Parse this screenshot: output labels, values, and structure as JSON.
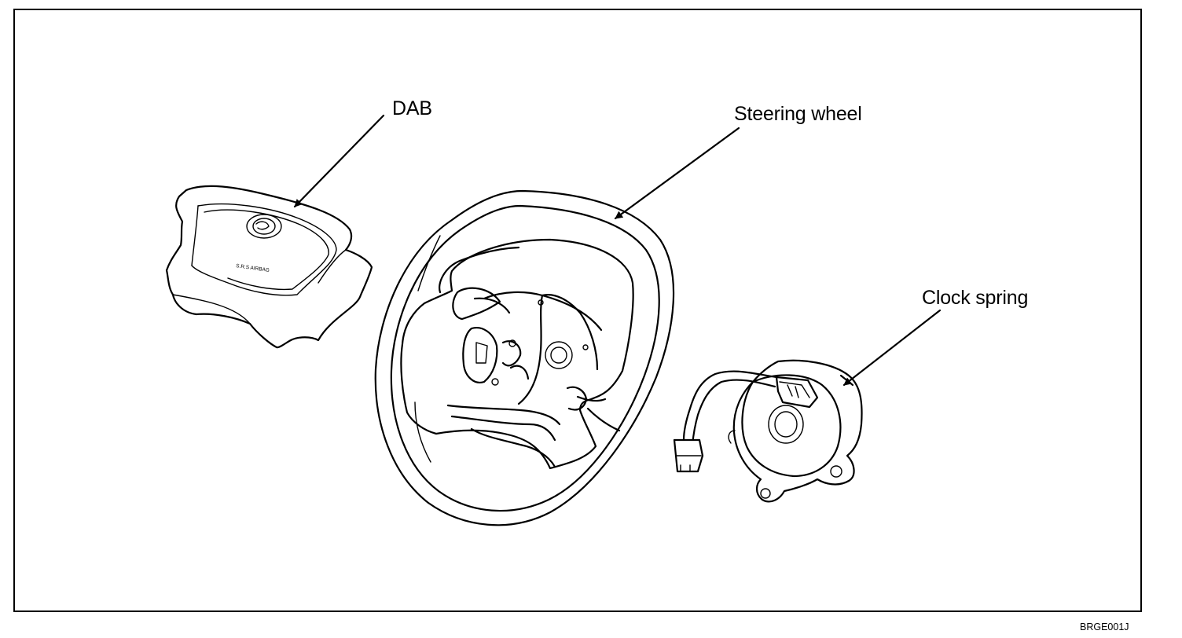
{
  "labels": {
    "dab": "DAB",
    "steering_wheel": "Steering wheel",
    "clock_spring": "Clock spring"
  },
  "figure_code": "BRGE001J",
  "airbag_cover_text": "S.R.S AIRBAG",
  "colors": {
    "line": "#000000",
    "background": "#ffffff"
  }
}
